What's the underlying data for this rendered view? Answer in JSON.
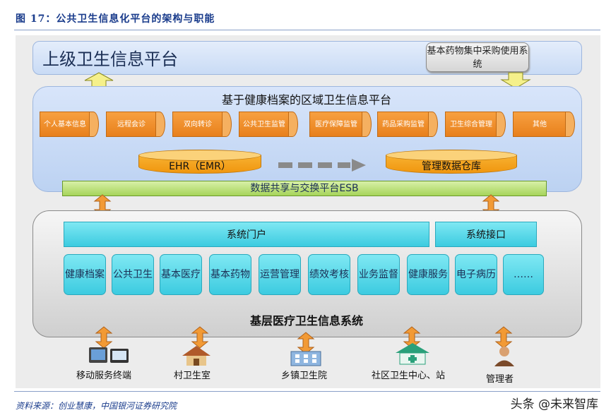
{
  "figure": {
    "title": "图 17：公共卫生信息化平台的架构与职能",
    "source": "资料来源：创业慧康，中国银河证券研究院",
    "watermark": "头条 @未来智库"
  },
  "top": {
    "title": "上级卫生信息平台",
    "procurement": "基本药物集中采购使用系统"
  },
  "regional": {
    "title": "基于健康档案的区域卫生信息平台",
    "modules": [
      "个人基本信息",
      "远程会诊",
      "双向转诊",
      "公共卫生监管",
      "医疗保障监管",
      "药品采购监管",
      "卫生综合管理",
      "其他"
    ],
    "ehr": "EHR（EMR）",
    "warehouse": "管理数据仓库",
    "esb": "数据共享与交换平台ESB"
  },
  "base": {
    "title": "基层医疗卫生信息系统",
    "portal": "系统门户",
    "interface": "系统接口",
    "modules": [
      "健康档案",
      "公共卫生",
      "基本医疗",
      "基本药物",
      "运营管理",
      "绩效考核",
      "业务监督",
      "健康服务",
      "电子病历",
      "……"
    ]
  },
  "endpoints": [
    "移动服务终端",
    "村卫生室",
    "乡镇卫生院",
    "社区卫生中心、站",
    "管理者"
  ],
  "colors": {
    "accent_orange": "#f0960e",
    "cyan": "#3ccbe0",
    "esb_green": "#a6d45a",
    "title_blue": "#1a3c8c"
  }
}
